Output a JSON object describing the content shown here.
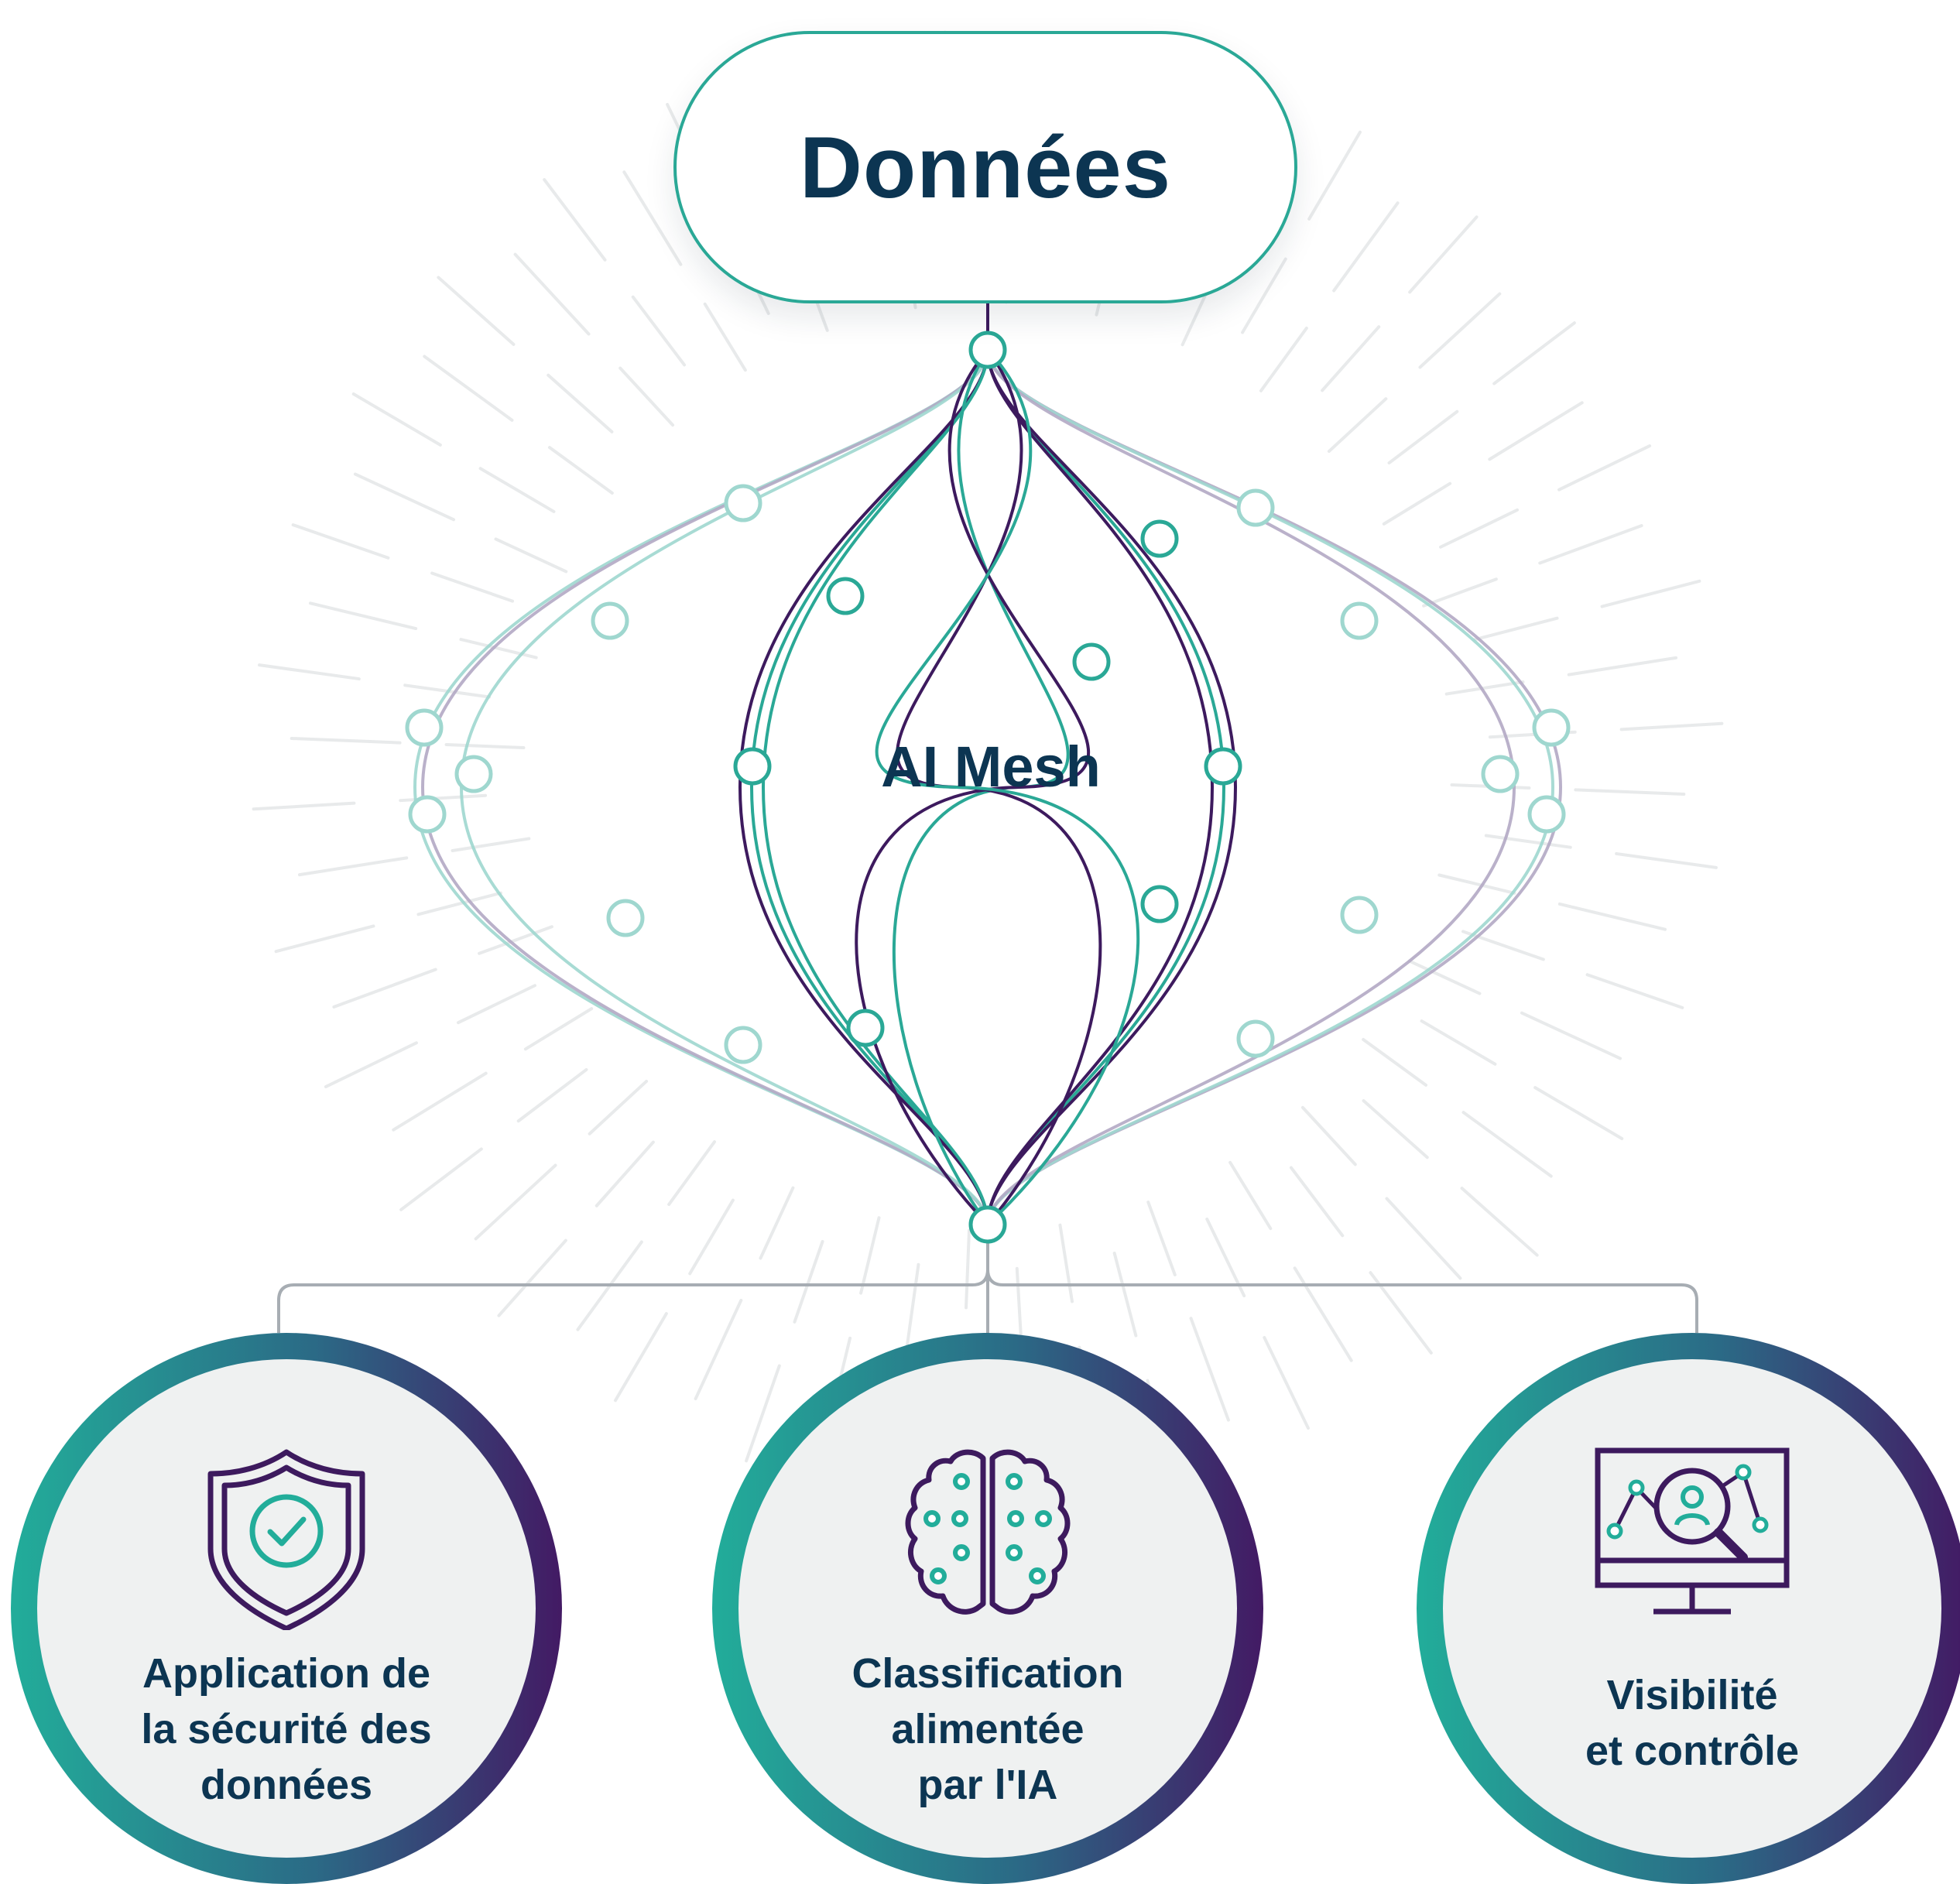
{
  "diagram": {
    "title": "Données",
    "center_label": "AI Mesh",
    "colors": {
      "navy": "#0c3552",
      "teal": "#2aa896",
      "light_teal": "#9fd7cf",
      "purple": "#3d1a5e",
      "light_purple": "#b3a9c4",
      "ring_start": "#22ad9a",
      "ring_end": "#431a64",
      "pillar_fill": "#eff1f1"
    },
    "pillars": [
      {
        "icon": "shield-check-icon",
        "lines": [
          "Application de",
          "la sécurité des",
          "données"
        ]
      },
      {
        "icon": "brain-circuit-icon",
        "lines": [
          "Classification",
          "alimentée",
          "par l'IA"
        ]
      },
      {
        "icon": "monitor-analytics-icon",
        "lines": [
          "Visibilité",
          "et contrôle"
        ]
      }
    ]
  }
}
